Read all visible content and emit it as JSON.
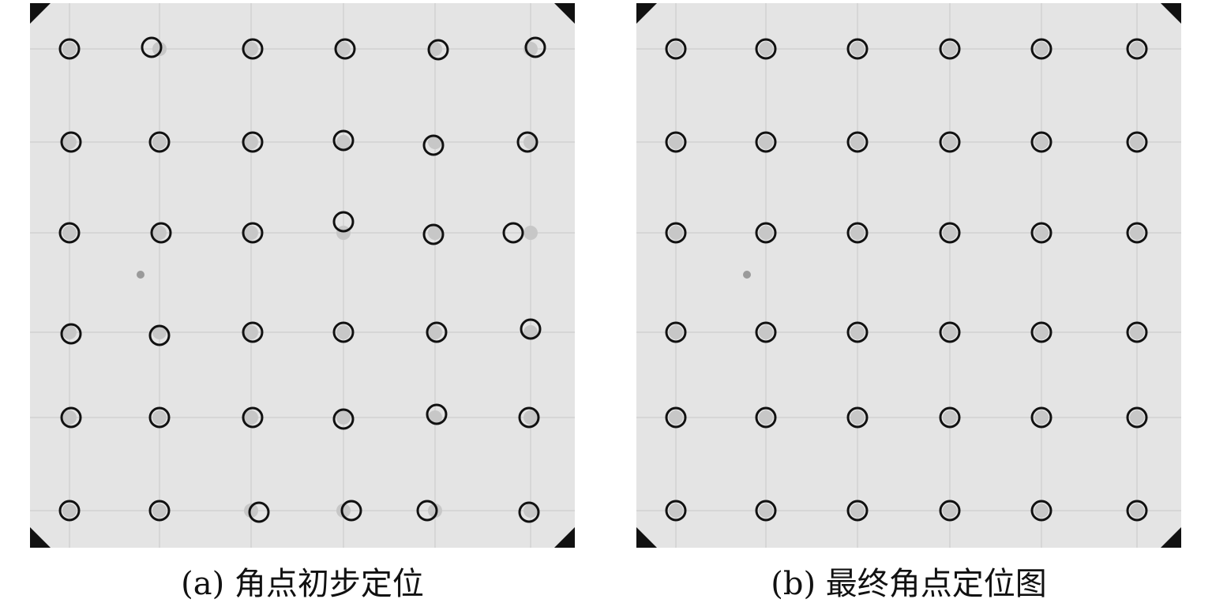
{
  "panels": [
    {
      "id": "a",
      "caption": "(a) 角点初步定位"
    },
    {
      "id": "b",
      "caption": "(b) 最终角点定位图"
    }
  ],
  "colors": {
    "background": "#ffffff",
    "calibration_plate": "#e4e4e4",
    "plate_dot": "#c7c7c7",
    "marker_circle": "#111111",
    "corner_block": "#111111"
  },
  "grid": {
    "rows": 6,
    "cols": 6
  },
  "icons": [
    "marker-circle-icon",
    "plate-dot-icon",
    "corner-block-icon"
  ]
}
